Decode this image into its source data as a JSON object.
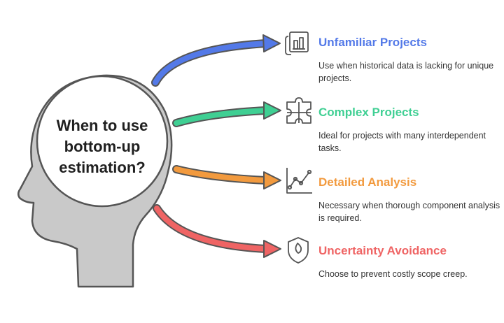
{
  "question": [
    "When to use",
    "bottom-up",
    "estimation?"
  ],
  "items": [
    {
      "title": "Unfamiliar Projects",
      "description": "Use when historical data is lacking for unique projects.",
      "color": "#5379e8",
      "icon": "building-plan-icon"
    },
    {
      "title": "Complex Projects",
      "description": "Ideal for projects with many interdependent tasks.",
      "color": "#3fcf93",
      "icon": "puzzle-icon"
    },
    {
      "title": "Detailed Analysis",
      "description": "Necessary when thorough component analysis is required.",
      "color": "#f29a3e",
      "icon": "line-chart-icon"
    },
    {
      "title": "Uncertainty Avoidance",
      "description": "Choose to prevent costly scope creep.",
      "color": "#ef6464",
      "icon": "shield-icon"
    }
  ],
  "head_color": "#c9c9c9",
  "outline_color": "#555555"
}
